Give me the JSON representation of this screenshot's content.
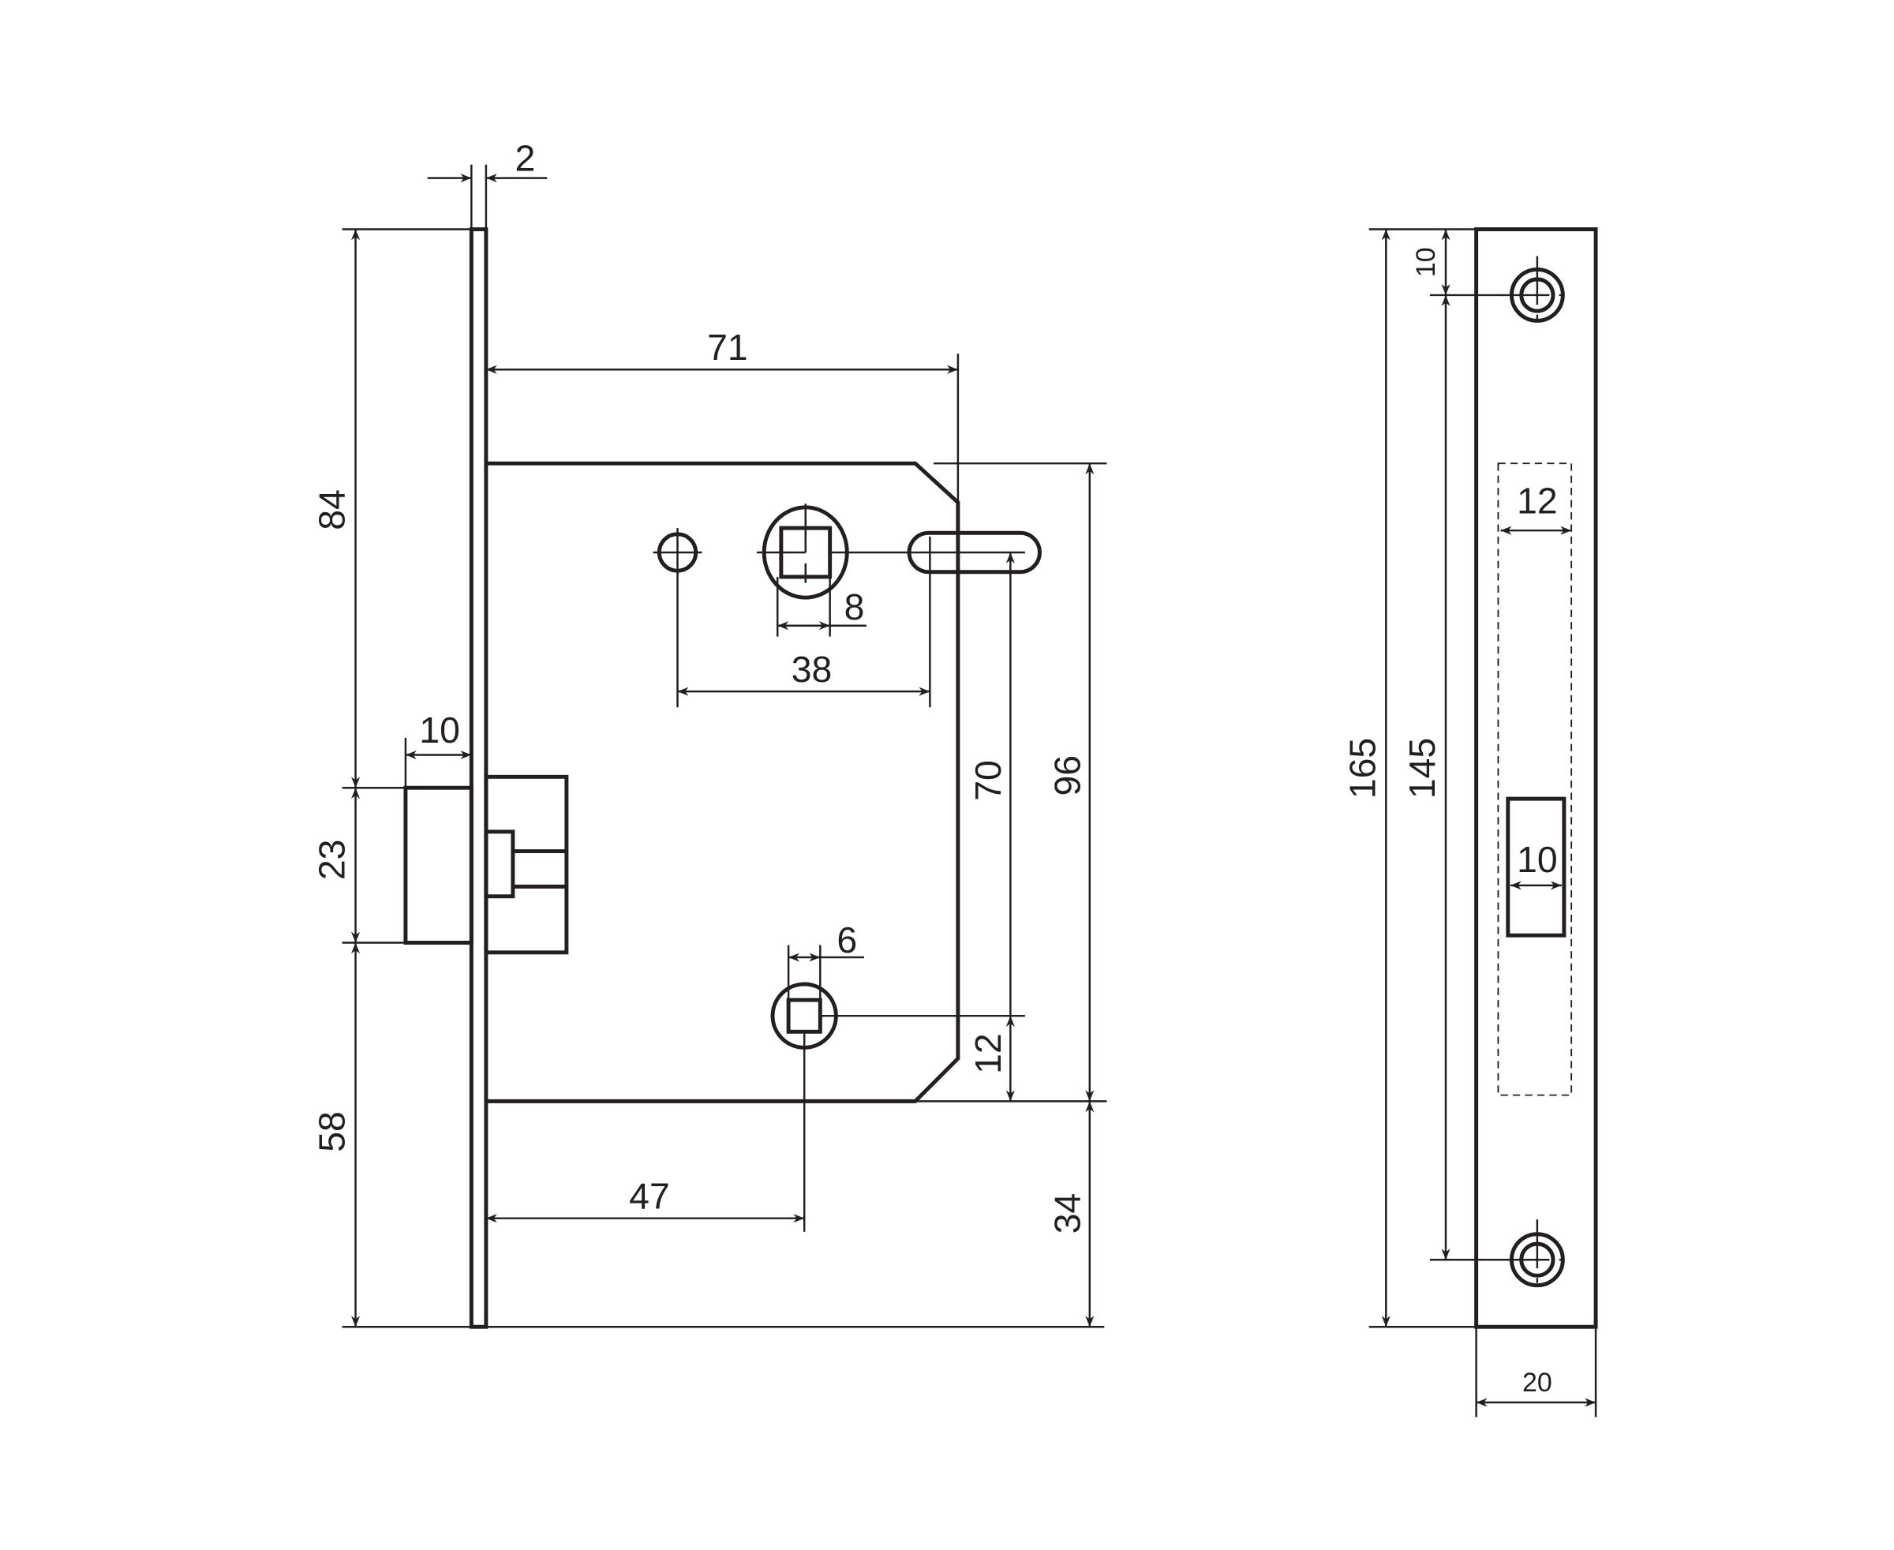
{
  "drawing": {
    "lock_body": {
      "faceplate_thickness": "2",
      "backset_total": "71",
      "top_to_latch": "84",
      "latch_height": "23",
      "latch_to_bottom": "58",
      "latch_projection": "10",
      "spindle_square": "8",
      "hole_spacing": "38",
      "spindle_to_thumb": "70",
      "body_height": "96",
      "thumb_to_bottom": "12",
      "thumb_backset": "47",
      "thumb_square": "6",
      "body_to_bottom": "34"
    },
    "strike_plate": {
      "total_height": "165",
      "top_to_hole": "10",
      "hole_spacing": "145",
      "width": "20",
      "latch_cutout_width": "12",
      "bolt_cutout_width": "10"
    }
  }
}
